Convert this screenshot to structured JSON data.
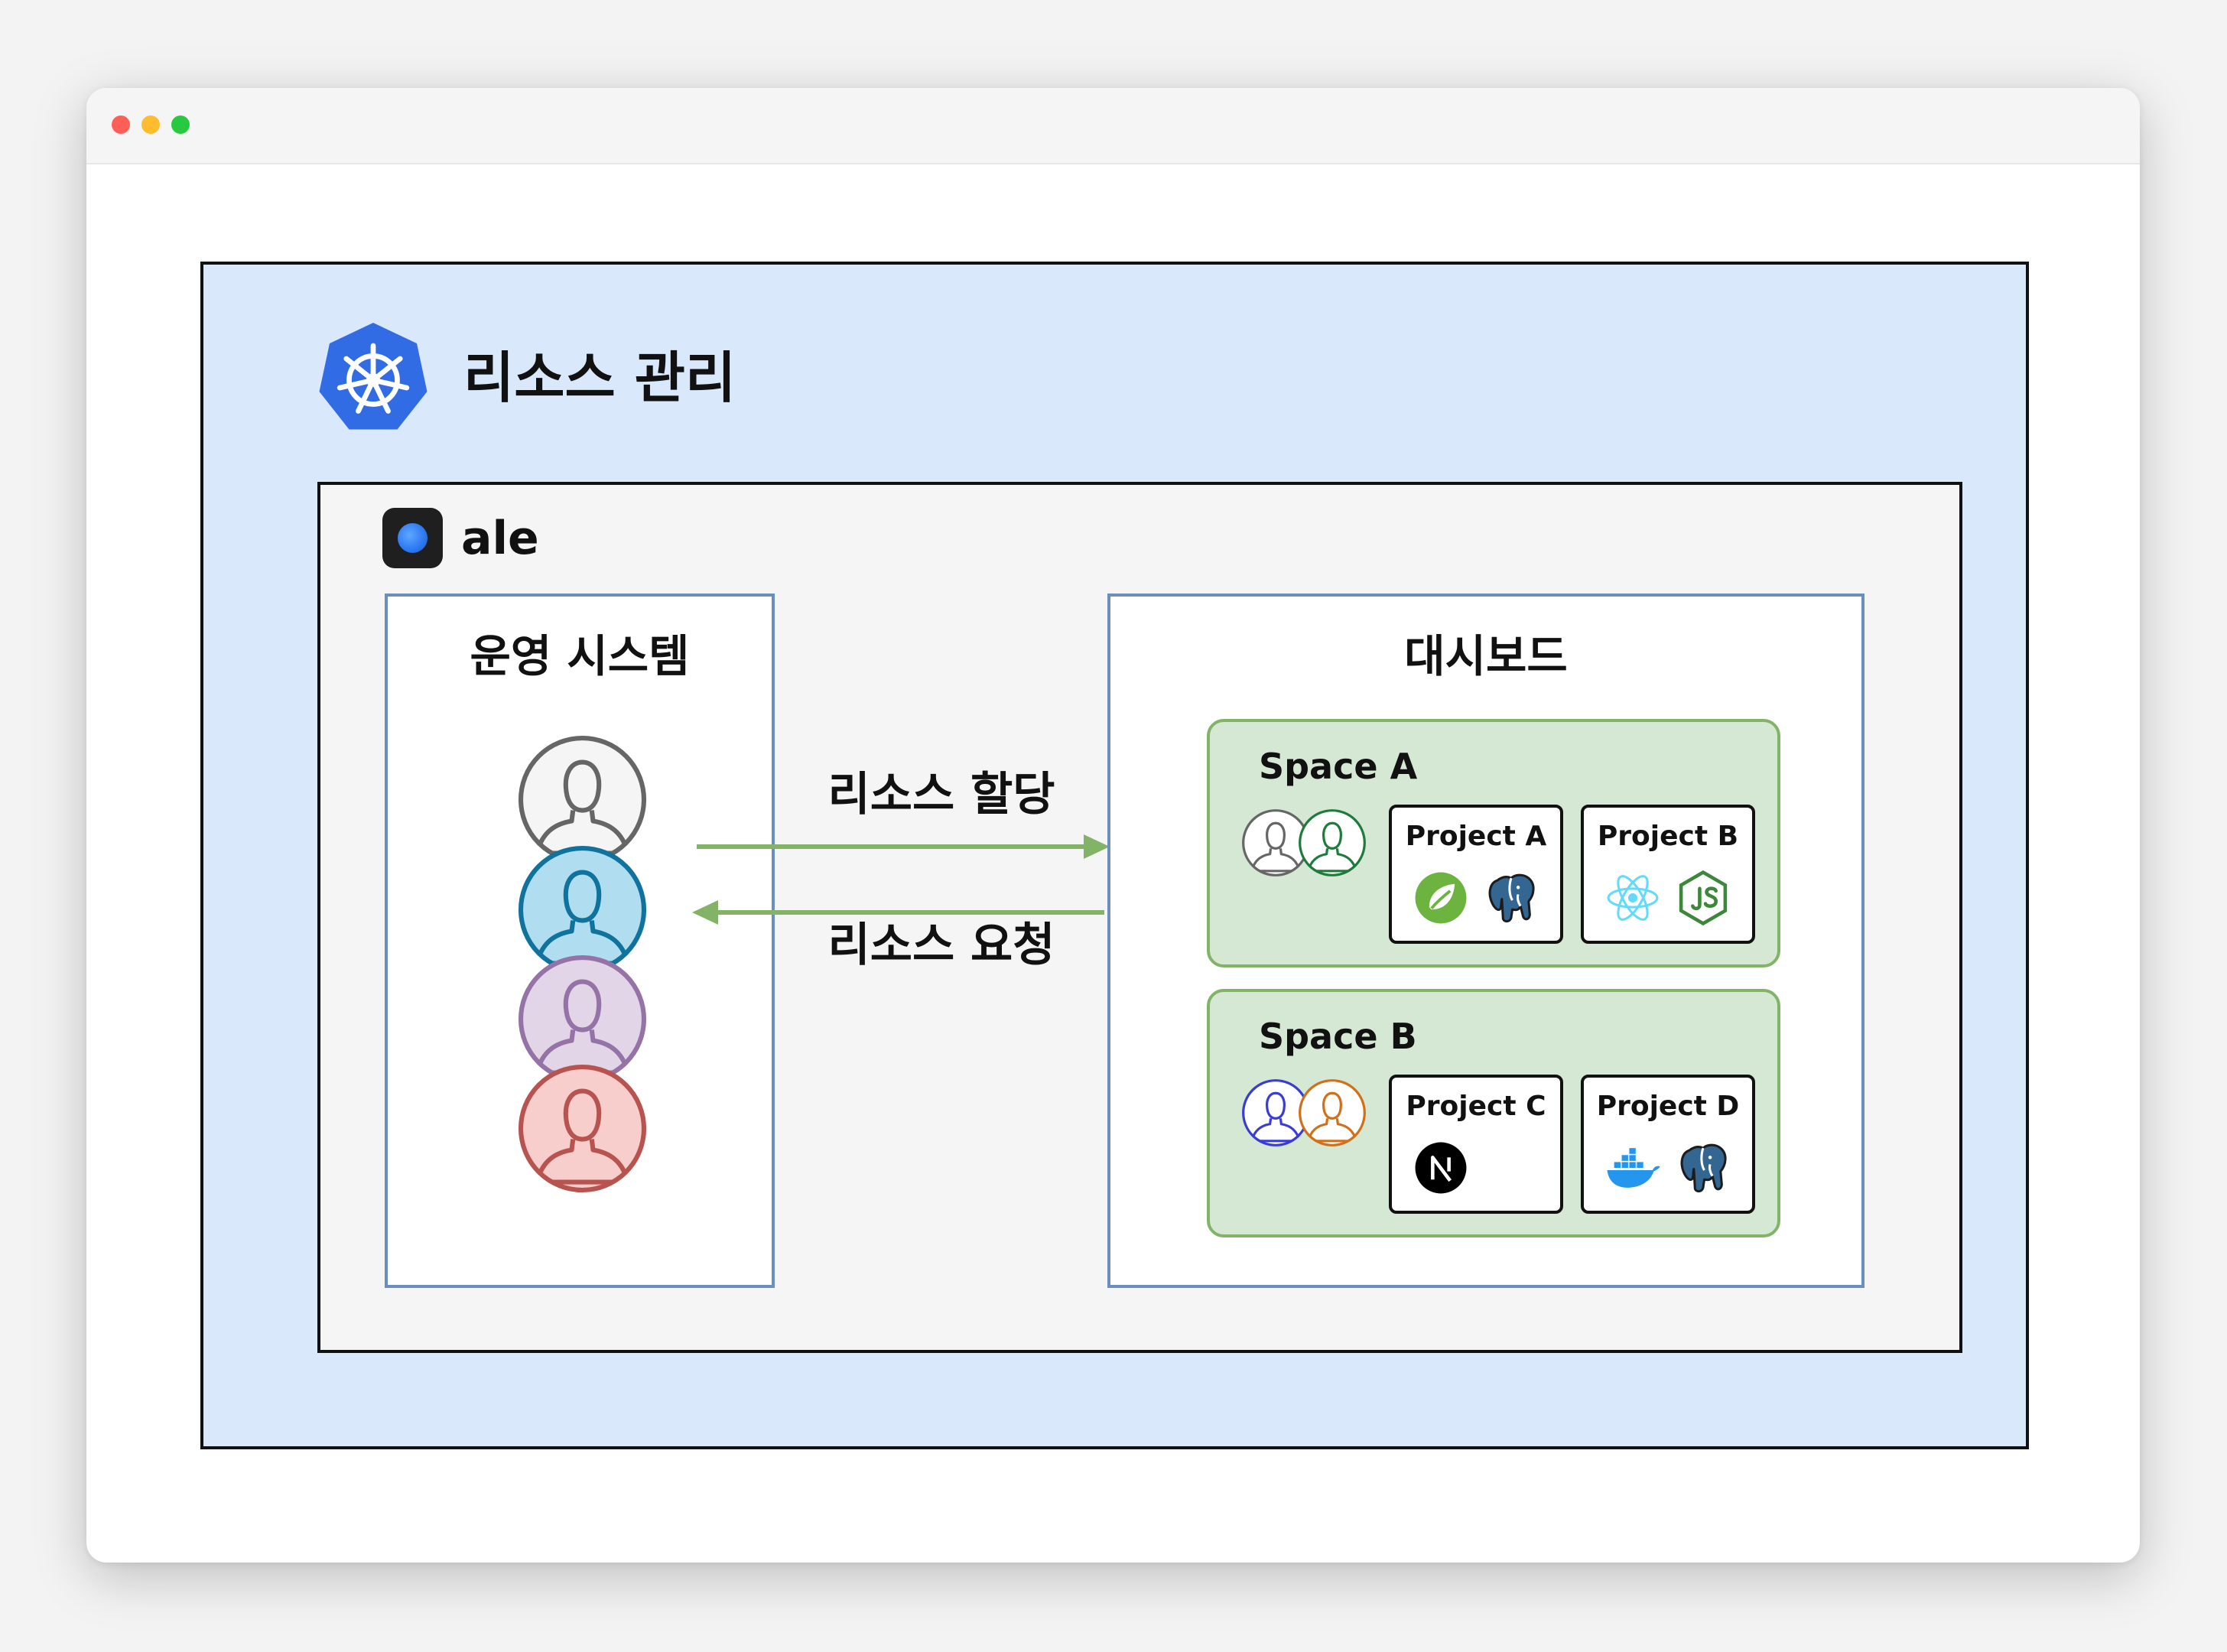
{
  "window": {
    "controls": [
      "close",
      "minimize",
      "zoom"
    ]
  },
  "header": {
    "title": "리소스 관리",
    "logo_icon": "kubernetes-icon",
    "logo_color": "#326ce5"
  },
  "app": {
    "name": "ale",
    "logo_icon": "ale-logo-icon"
  },
  "ops_panel": {
    "title": "운영 시스템",
    "users": [
      {
        "name": "user-gray-icon",
        "stroke": "#666666",
        "fill": "#f5f5f5"
      },
      {
        "name": "user-blue-icon",
        "stroke": "#10739e",
        "fill": "#b1ddf0"
      },
      {
        "name": "user-purple-icon",
        "stroke": "#9673a6",
        "fill": "#e1d5e7"
      },
      {
        "name": "user-red-icon",
        "stroke": "#b85450",
        "fill": "#f8cecc"
      }
    ]
  },
  "flows": {
    "allocate_label": "리소스 할당",
    "request_label": "리소스 요청",
    "arrow_color": "#82b366"
  },
  "dashboard": {
    "title": "대시보드",
    "spaces": [
      {
        "name": "Space A",
        "members": [
          {
            "name": "member-gray-icon",
            "stroke": "#666666"
          },
          {
            "name": "member-green-icon",
            "stroke": "#1e7b3c"
          }
        ],
        "projects": [
          {
            "name": "Project A",
            "tech": [
              "spring-icon",
              "postgresql-icon"
            ]
          },
          {
            "name": "Project B",
            "tech": [
              "react-icon",
              "nodejs-icon"
            ]
          }
        ]
      },
      {
        "name": "Space B",
        "members": [
          {
            "name": "member-indigo-icon",
            "stroke": "#3b3bd6"
          },
          {
            "name": "member-orange-icon",
            "stroke": "#d0701a"
          }
        ],
        "projects": [
          {
            "name": "Project C",
            "tech": [
              "nextjs-icon"
            ]
          },
          {
            "name": "Project D",
            "tech": [
              "docker-icon",
              "postgresql-icon"
            ]
          }
        ]
      }
    ]
  },
  "colors": {
    "outer_bg": "#dae8fc",
    "inner_bg": "#f5f5f5",
    "panel_border": "#6c8ebf",
    "space_bg": "#d5e8d4",
    "space_border": "#82b366"
  }
}
